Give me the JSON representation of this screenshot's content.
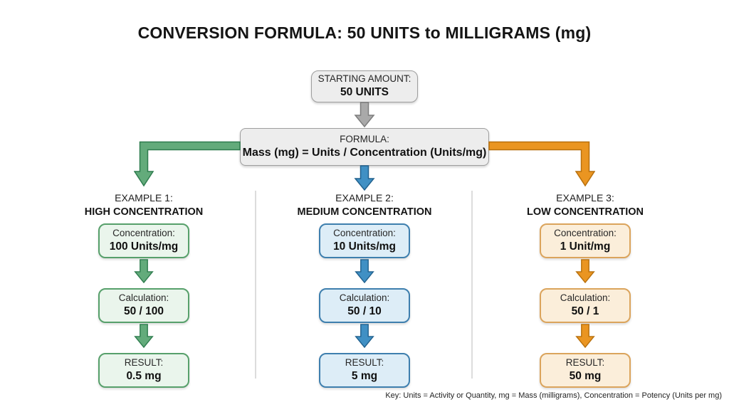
{
  "title": "CONVERSION FORMULA: 50 UNITS to MILLIGRAMS (mg)",
  "start": {
    "label": "STARTING AMOUNT:",
    "value": "50 UNITS"
  },
  "formula": {
    "label": "FORMULA:",
    "value": "Mass (mg) = Units / Concentration (Units/mg)"
  },
  "columns": [
    {
      "header_line1": "EXAMPLE 1:",
      "header_line2": "HIGH CONCENTRATION",
      "theme": "green",
      "concentration": {
        "label": "Concentration:",
        "value": "100 Units/mg"
      },
      "calculation": {
        "label": "Calculation:",
        "value": "50 / 100"
      },
      "result": {
        "label": "RESULT:",
        "value": "0.5 mg"
      }
    },
    {
      "header_line1": "EXAMPLE 2:",
      "header_line2": "MEDIUM CONCENTRATION",
      "theme": "blue",
      "concentration": {
        "label": "Concentration:",
        "value": "10 Units/mg"
      },
      "calculation": {
        "label": "Calculation:",
        "value": "50 / 10"
      },
      "result": {
        "label": "RESULT:",
        "value": "5 mg"
      }
    },
    {
      "header_line1": "EXAMPLE 3:",
      "header_line2": "LOW CONCENTRATION",
      "theme": "orange",
      "concentration": {
        "label": "Concentration:",
        "value": "1 Unit/mg"
      },
      "calculation": {
        "label": "Calculation:",
        "value": "50 / 1"
      },
      "result": {
        "label": "RESULT:",
        "value": "50 mg"
      }
    }
  ],
  "footer_key": "Key: Units = Activity or Quantity, mg = Mass (milligrams), Concentration = Potency (Units per mg)",
  "colors": {
    "text": "#1c1c1c",
    "divider": "#dcdcdc",
    "gray-box-fill": "#ededed",
    "gray-box-stroke": "#9e9e9e",
    "gray-arrow-fill": "#a9a9a9",
    "gray-arrow-stroke": "#7d7d7d",
    "green-arrow-fill": "#63ab7b",
    "green-arrow-stroke": "#2f7d4f",
    "green-box-fill": "#eaf5ec",
    "green-box-stroke": "#57a06b",
    "blue-arrow-fill": "#4090c4",
    "blue-arrow-stroke": "#21618e",
    "blue-box-fill": "#ddedf7",
    "blue-box-stroke": "#3e7fae",
    "orange-arrow-fill": "#ea9521",
    "orange-arrow-stroke": "#b8700d",
    "orange-box-fill": "#fbeeda",
    "orange-box-stroke": "#dba45c"
  }
}
